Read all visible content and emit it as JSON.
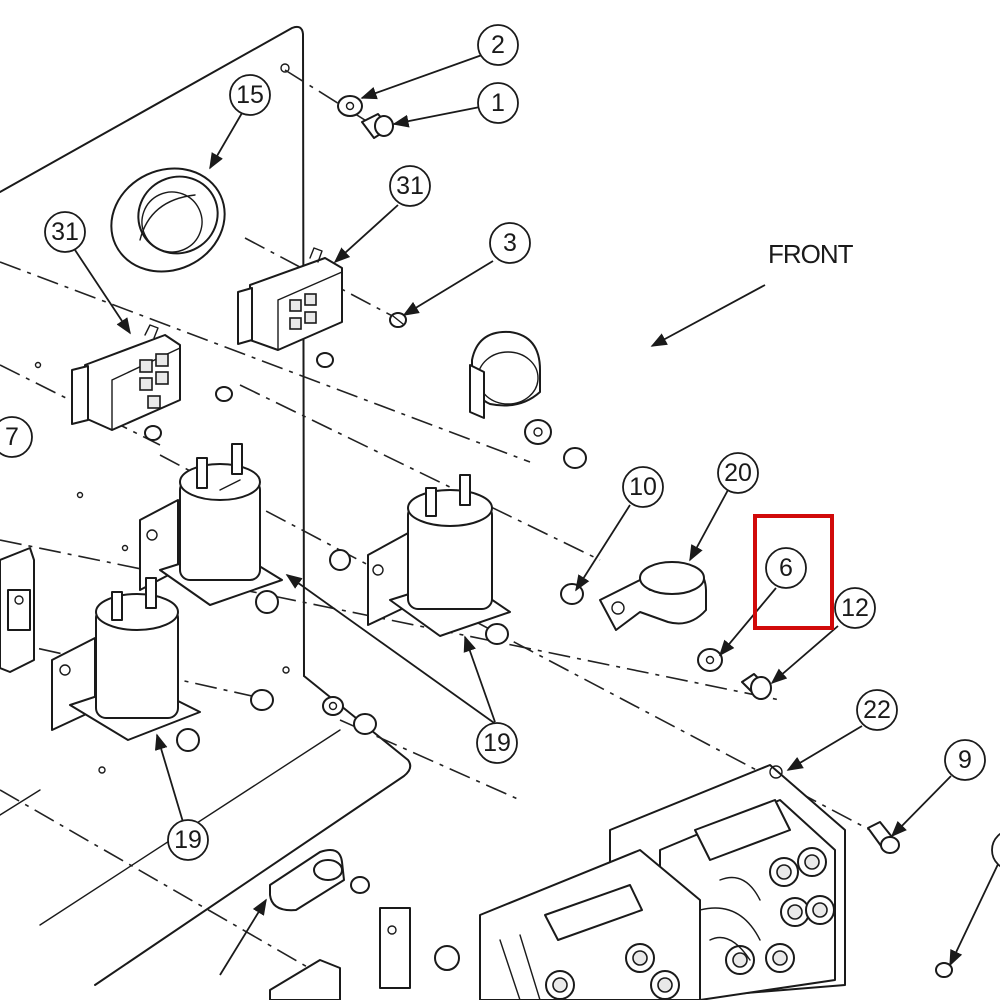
{
  "diagram": {
    "front_label": "FRONT",
    "highlight_color": "#d10a0a",
    "callouts": [
      "2",
      "1",
      "15",
      "31",
      "31",
      "3",
      "7",
      "10",
      "20",
      "6",
      "12",
      "22",
      "9",
      "19",
      "19"
    ]
  }
}
